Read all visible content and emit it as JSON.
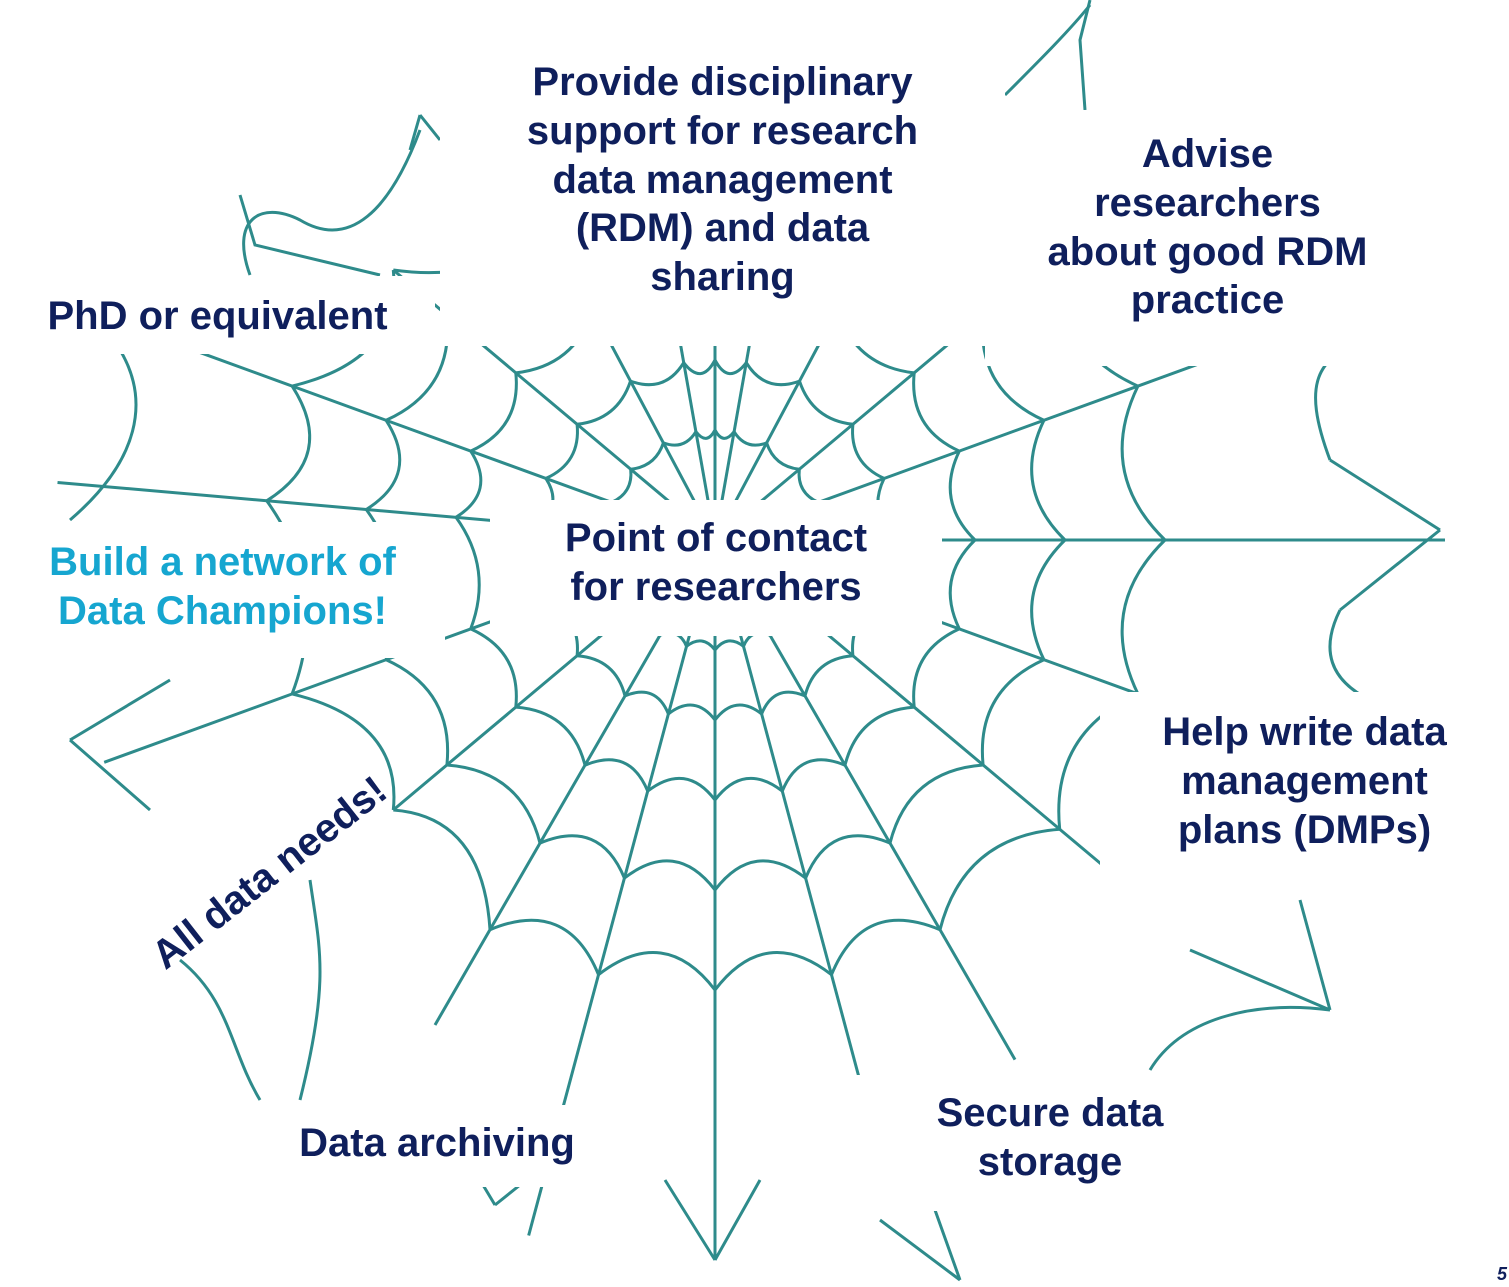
{
  "colors": {
    "web_line": "#2e8b8b",
    "text_dark": "#0f1f5c",
    "text_accent": "#16a6d0"
  },
  "labels": {
    "phd": [
      "PhD or equivalent"
    ],
    "provide": [
      "Provide disciplinary",
      "support for research",
      "data management",
      "(RDM) and data",
      "sharing"
    ],
    "advise": [
      "Advise",
      "researchers",
      "about good RDM",
      "practice"
    ],
    "point": [
      "Point of contact",
      "for researchers"
    ],
    "build": [
      "Build a network of",
      "Data Champions!"
    ],
    "help": [
      "Help write data",
      "management",
      "plans (DMPs)"
    ],
    "archiving": [
      "Data archiving"
    ],
    "storage": [
      "Secure data",
      "storage"
    ],
    "all_needs": "All data needs!"
  },
  "page_number": "5"
}
